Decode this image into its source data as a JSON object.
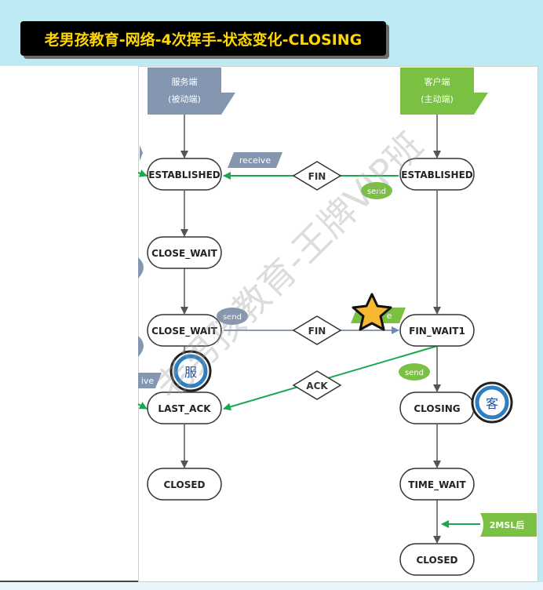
{
  "title": "老男孩教育-网络-4次挥手-状态变化-CLOSING",
  "server": {
    "line1": "服务端",
    "line2": "(被动端)"
  },
  "client": {
    "line1": "客户端",
    "line2": "(主动端)"
  },
  "states": {
    "server_established": "ESTABLISHED",
    "server_close_wait_1": "CLOSE_WAIT",
    "server_close_wait_2": "CLOSE_WAIT",
    "server_last_ack": "LAST_ACK",
    "server_closed": "CLOSED",
    "client_established": "ESTABLISHED",
    "client_fin_wait1": "FIN_WAIT1",
    "client_closing": "CLOSING",
    "client_time_wait": "TIME_WAIT",
    "client_closed": "CLOSED"
  },
  "messages": {
    "fin_1": "FIN",
    "fin_2": "FIN",
    "ack": "ACK"
  },
  "tags": {
    "receive_1": "receive",
    "receive_2": "ive",
    "send_1": "send",
    "send_2": "send",
    "send_3": "send",
    "green_tag_partial": "e",
    "msl": "2MSL后"
  },
  "badges": {
    "server": "服",
    "client": "客"
  },
  "watermark": "老男孩教育-王牌VIP班",
  "colors": {
    "server_header": "#8496b0",
    "client_header": "#7ac143",
    "green_arrow": "#1aa84f",
    "gray_arrow": "#8b9db5",
    "state_border": "#333333",
    "title_text": "#ffd700"
  }
}
